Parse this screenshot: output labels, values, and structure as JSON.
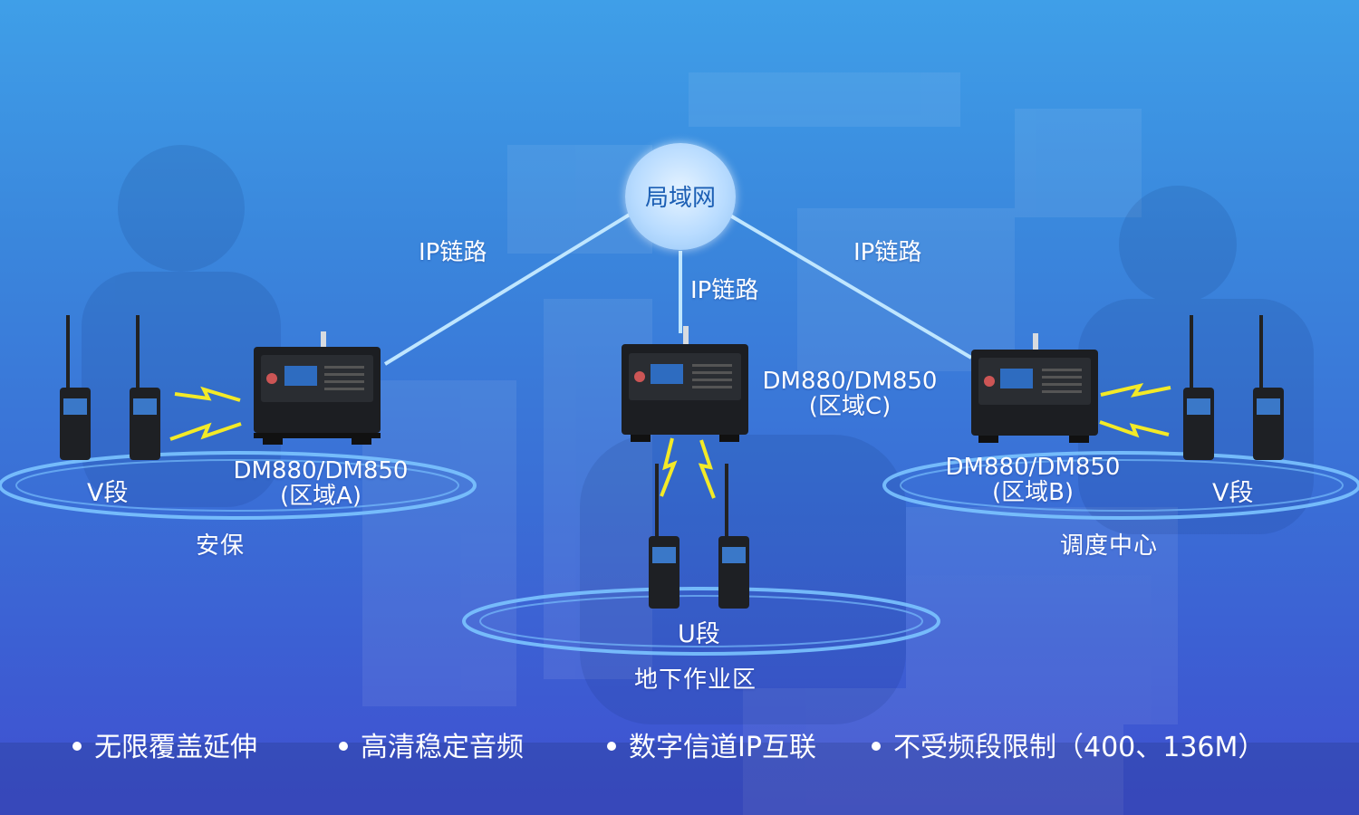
{
  "hub": {
    "label": "局域网"
  },
  "links": {
    "left": "IP链路",
    "center": "IP链路",
    "right": "IP链路"
  },
  "devices": {
    "a": {
      "line1": "DM880/DM850",
      "line2": "(区域A)"
    },
    "b": {
      "line1": "DM880/DM850",
      "line2": "(区域B)"
    },
    "c": {
      "line1": "DM880/DM850",
      "line2": "(区域C)"
    }
  },
  "bands": {
    "left": "V段",
    "right": "V段",
    "bottom": "U段"
  },
  "zones": {
    "left": "安保",
    "right": "调度中心",
    "bottom": "地下作业区"
  },
  "features": [
    "无限覆盖延伸",
    "高清稳定音频",
    "数字信道IP互联",
    "不受频段限制（400、136M）"
  ],
  "colors": {
    "accent_bolt": "#f3ea27",
    "link_line": "#bfe6ff",
    "ring": "#6fb9ff"
  }
}
